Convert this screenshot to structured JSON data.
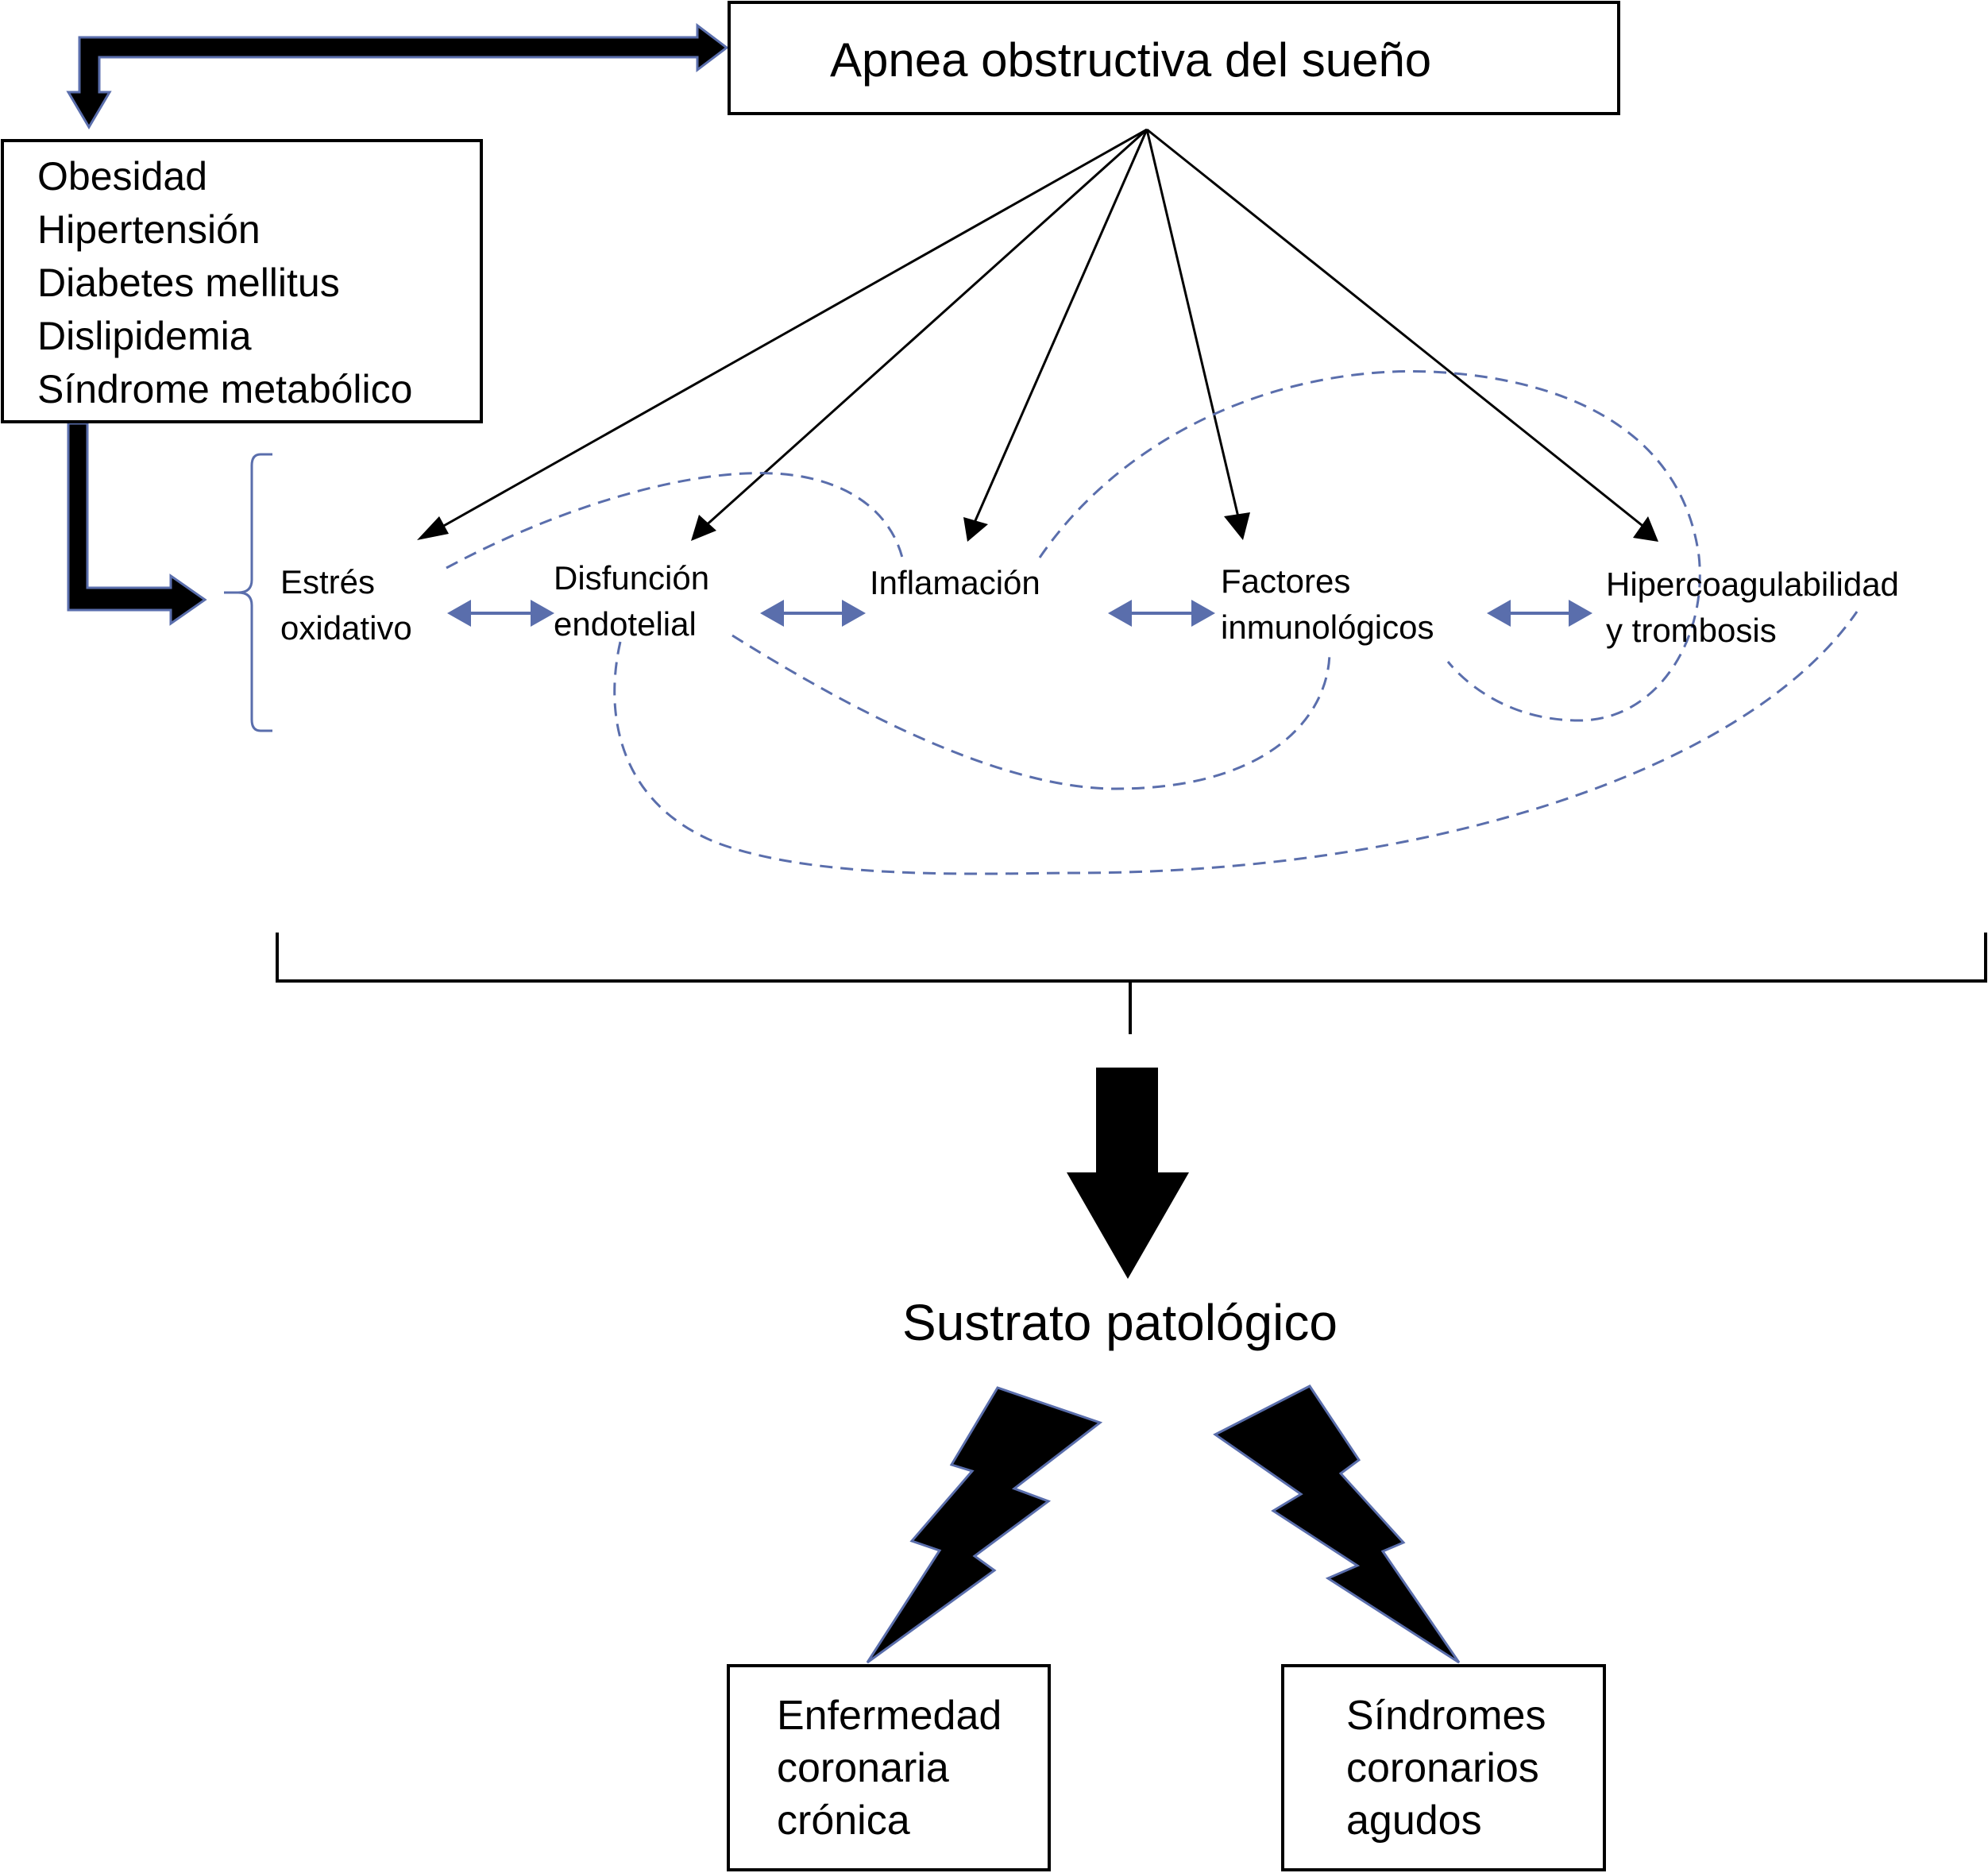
{
  "title": "Apnea obstructiva del sueño",
  "risk_factors": [
    "Obesidad",
    "Hipertensión",
    "Diabetes mellitus",
    "Dislipidemia",
    "Síndrome metabólico"
  ],
  "mechanisms": [
    {
      "id": "estres",
      "lines": [
        "Estrés",
        "oxidativo"
      ]
    },
    {
      "id": "disfuncion",
      "lines": [
        "Disfunción",
        "endotelial"
      ]
    },
    {
      "id": "inflamacion",
      "lines": [
        "Inflamación"
      ]
    },
    {
      "id": "factores",
      "lines": [
        "Factores",
        "inmunológicos"
      ]
    },
    {
      "id": "hipercoagulabilidad",
      "lines": [
        "Hipercoagulabilidad",
        "y trombosis"
      ]
    }
  ],
  "result": "Sustrato patológico",
  "outcomes": [
    {
      "id": "cronica",
      "lines": [
        "Enfermedad",
        "coronaria",
        "crónica"
      ]
    },
    {
      "id": "agudos",
      "lines": [
        "Síndromes",
        "coronarios",
        "agudos"
      ]
    }
  ],
  "colors": {
    "line": "#000000",
    "accent_blue": "#5a6eac",
    "dashed_blue": "#5a6eac",
    "fill": "#000000"
  }
}
